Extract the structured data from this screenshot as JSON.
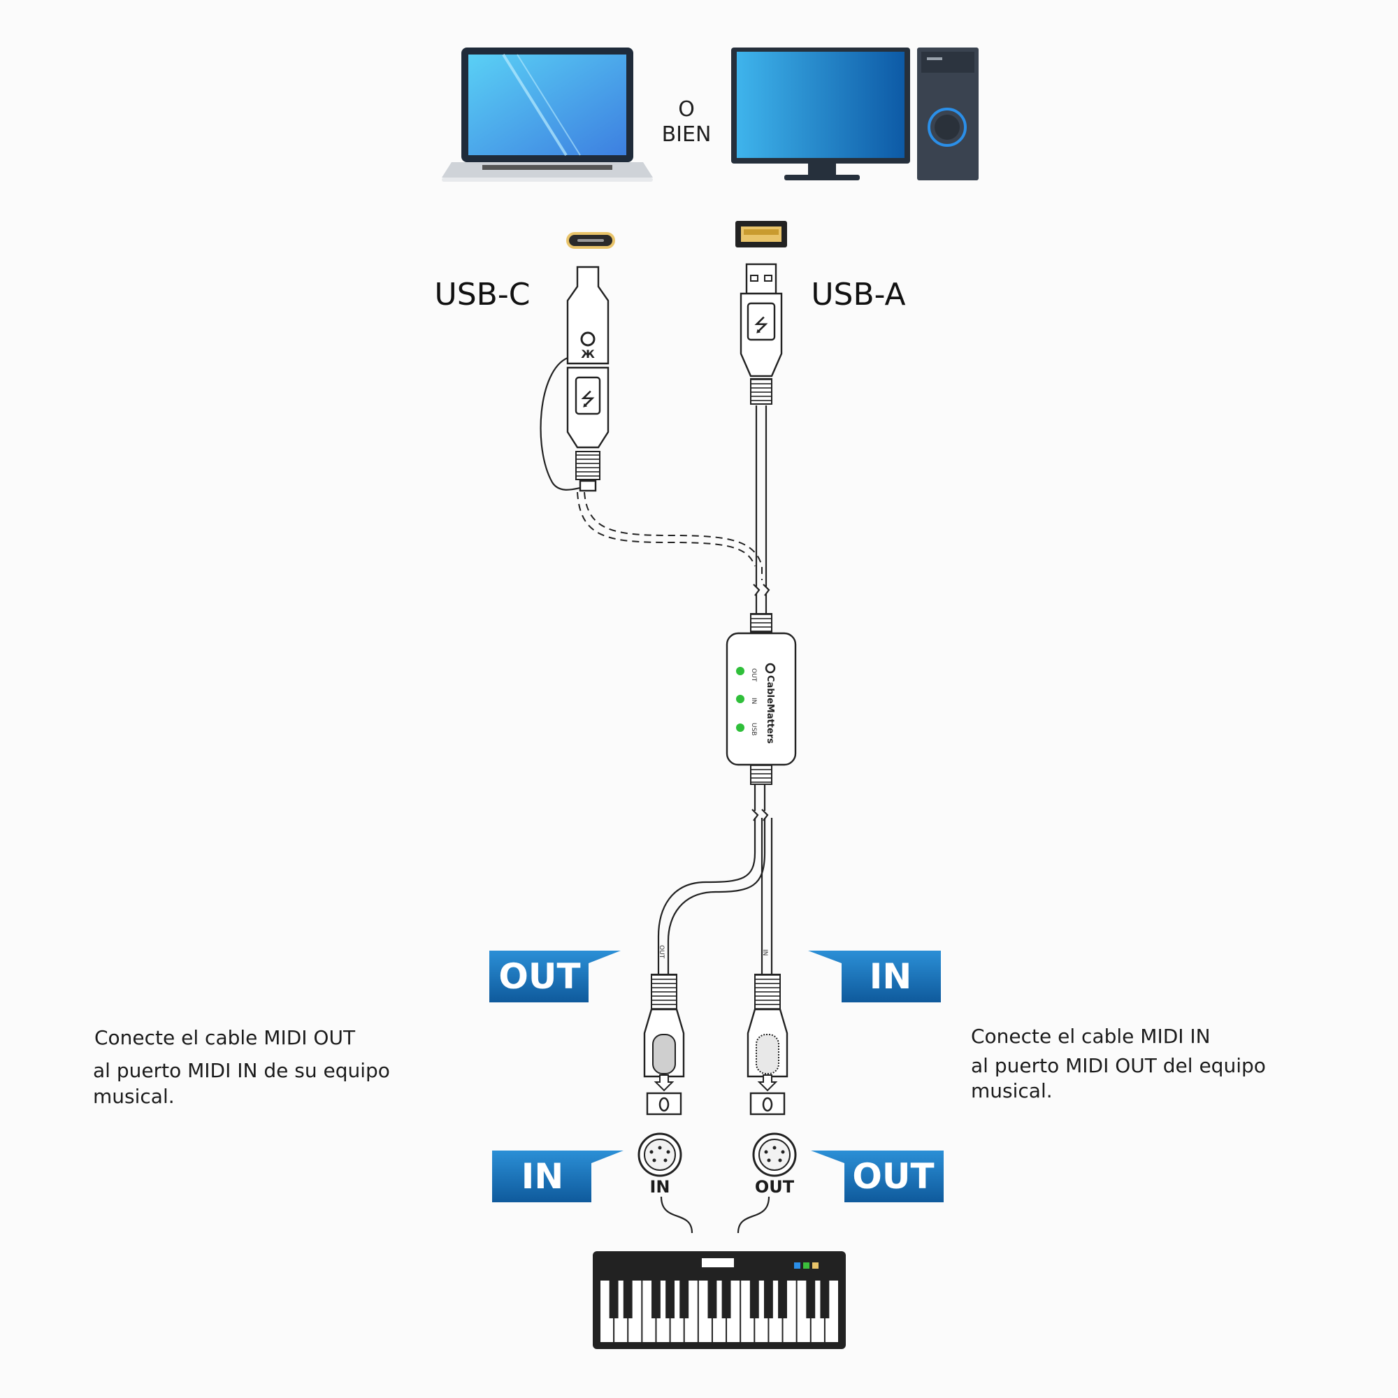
{
  "devices": {
    "or_line1": "O",
    "or_line2": "BIEN"
  },
  "connectors": {
    "usb_c_label": "USB-C",
    "usb_a_label": "USB-A"
  },
  "interface": {
    "brand": "CableMatters",
    "leds": [
      "OUT",
      "IN",
      "USB"
    ],
    "led_color": "#2fbf3a"
  },
  "cables": {
    "out_print": "OUT",
    "in_print": "IN"
  },
  "badges": {
    "top_left": "OUT",
    "top_right": "IN",
    "bottom_left": "IN",
    "bottom_right": "OUT",
    "color": "#1565a8"
  },
  "notes": {
    "left": [
      "Conecte el cable MIDI OUT",
      "al puerto MIDI IN de su equipo",
      "musical."
    ],
    "right": [
      "Conecte el cable MIDI IN",
      "al puerto MIDI OUT del equipo",
      "musical."
    ]
  },
  "ports": {
    "in_label": "IN",
    "out_label": "OUT"
  }
}
